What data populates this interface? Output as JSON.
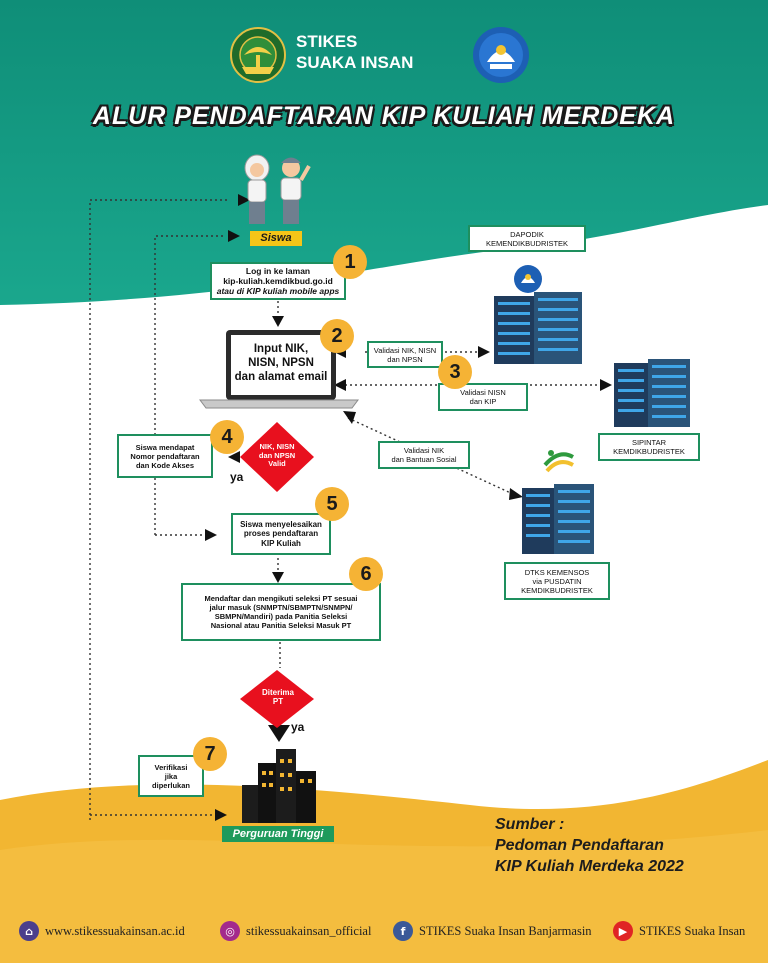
{
  "header": {
    "institution_line1": "STIKES",
    "institution_line2": "SUAKA INSAN",
    "title": "ALUR PENDAFTARAN KIP KULIAH MERDEKA"
  },
  "actor": {
    "siswa_label": "Siswa"
  },
  "steps": [
    {
      "number": "1",
      "lines": [
        "Log in ke laman",
        "kip-kuliah.kemdikbud.go.id",
        "atau di KIP kuliah mobile apps"
      ]
    },
    {
      "number": "2",
      "lines": [
        "Input NIK,",
        "NISN, NPSN",
        "dan alamat email"
      ]
    },
    {
      "number": "3"
    },
    {
      "number": "4",
      "lines": [
        "Siswa mendapat",
        "Nomor pendaftaran",
        "dan Kode Akses"
      ]
    },
    {
      "number": "5",
      "lines": [
        "Siswa menyelesaikan",
        "proses pendaftaran",
        "KIP Kuliah"
      ]
    },
    {
      "number": "6",
      "lines": [
        "Mendaftar dan mengikuti seleksi PT sesuai",
        "jalur masuk (SNMPTN/SBMPTN/SNMPN/",
        "SBMPN/Mandiri) pada Panitia Seleksi",
        "Nasional atau Panitia Seleksi Masuk PT"
      ]
    },
    {
      "number": "7",
      "lines": [
        "Verifikasi",
        "jika",
        "diperlukan"
      ]
    }
  ],
  "validations": {
    "nik_nisn_npsn": [
      "Validasi NIK, NISN",
      "dan NPSN"
    ],
    "nisn_kip": [
      "Validasi NISN",
      "dan KIP"
    ],
    "nik_bansos": [
      "Validasi NIK",
      "dan Bantuan Sosial"
    ]
  },
  "decisions": {
    "valid": [
      "NIK, NISN",
      "dan NPSN",
      "Valid"
    ],
    "valid_yes": "ya",
    "accepted": [
      "Diterima",
      "PT"
    ],
    "accepted_yes": "ya"
  },
  "systems": {
    "dapodik": [
      "DAPODIK",
      "KEMENDIKBUDRISTEK"
    ],
    "sipintar": [
      "SIPINTAR",
      "KEMDIKBUDRISTEK"
    ],
    "dtks": [
      "DTKS KEMENSOS",
      "via PUSDATIN",
      "KEMDIKBUDRISTEK"
    ]
  },
  "destination": {
    "label": "Perguruan Tinggi"
  },
  "source": {
    "lines": [
      "Sumber :",
      "Pedoman Pendaftaran",
      "KIP Kuliah Merdeka 2022"
    ]
  },
  "footer": {
    "website": "www.stikessuakainsan.ac.id",
    "instagram": "stikessuakainsan_official",
    "facebook": "STIKES Suaka Insan Banjarmasin",
    "youtube": "STIKES Suaka Insan"
  },
  "colors": {
    "teal": "#17a28b",
    "teal_dark": "#0f8e78",
    "box_border": "#1e8f5e",
    "badge": "#f5b335",
    "decision_red": "#e8101e",
    "footer_yellow": "#f2b632",
    "pill_yellow": "#f5c518",
    "pill_green": "#1e9a5c"
  },
  "icons": {
    "website": "home-icon",
    "instagram": "instagram-icon",
    "facebook": "facebook-icon",
    "youtube": "youtube-icon"
  }
}
